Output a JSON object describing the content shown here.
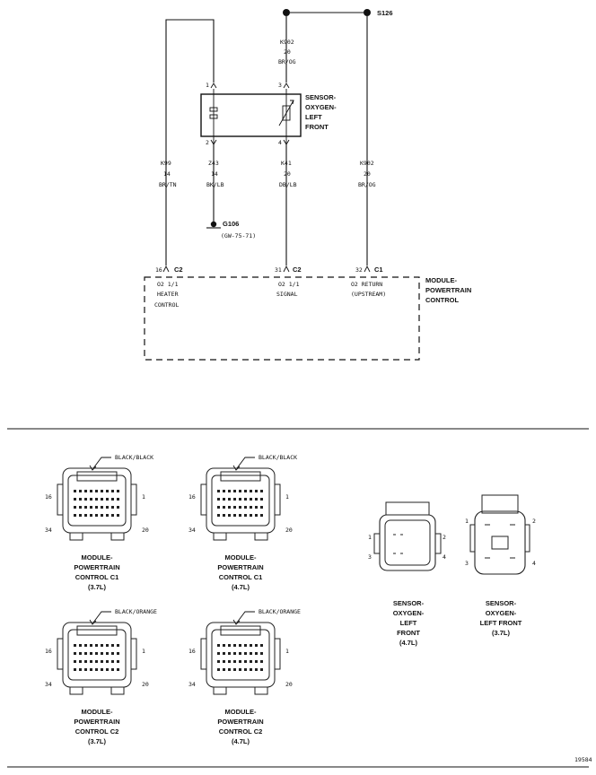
{
  "splice": {
    "label": "S126"
  },
  "sensor_top": {
    "title": [
      "SENSOR-",
      "OXYGEN-",
      "LEFT",
      "FRONT"
    ],
    "pins": [
      "1",
      "3",
      "2",
      "4"
    ]
  },
  "wires": {
    "k902_upper": {
      "circuit": "K902",
      "gauge": "20",
      "color": "BR/OG"
    },
    "k99": {
      "circuit": "K99",
      "gauge": "14",
      "color": "BR/TN"
    },
    "z43": {
      "circuit": "Z43",
      "gauge": "14",
      "color": "BK/LB"
    },
    "k41": {
      "circuit": "K41",
      "gauge": "20",
      "color": "DB/LB"
    },
    "k902_lower": {
      "circuit": "K902",
      "gauge": "20",
      "color": "BR/OG"
    }
  },
  "ground": {
    "label": "G106",
    "note": "(GW-75-71)"
  },
  "pcm": {
    "title": [
      "MODULE-",
      "POWERTRAIN",
      "CONTROL"
    ],
    "pins": [
      {
        "num": "16",
        "conn": "C2",
        "desc": [
          "O2 1/1",
          "HEATER",
          "CONTROL"
        ]
      },
      {
        "num": "31",
        "conn": "C2",
        "desc": [
          "O2 1/1",
          "SIGNAL"
        ]
      },
      {
        "num": "32",
        "conn": "C1",
        "desc": [
          "O2 RETURN",
          "(UPSTREAM)"
        ]
      }
    ]
  },
  "connectors": [
    {
      "color": "BLACK/BLACK",
      "pin_tl": "16",
      "pin_tr": "1",
      "pin_bl": "34",
      "pin_br": "20",
      "caption": [
        "MODULE-",
        "POWERTRAIN",
        "CONTROL C1",
        "(3.7L)"
      ]
    },
    {
      "color": "BLACK/BLACK",
      "pin_tl": "16",
      "pin_tr": "1",
      "pin_bl": "34",
      "pin_br": "20",
      "caption": [
        "MODULE-",
        "POWERTRAIN",
        "CONTROL C1",
        "(4.7L)"
      ]
    },
    {
      "color": "BLACK/ORANGE",
      "pin_tl": "16",
      "pin_tr": "1",
      "pin_bl": "34",
      "pin_br": "20",
      "caption": [
        "MODULE-",
        "POWERTRAIN",
        "CONTROL C2",
        "(3.7L)"
      ]
    },
    {
      "color": "BLACK/ORANGE",
      "pin_tl": "16",
      "pin_tr": "1",
      "pin_bl": "34",
      "pin_br": "20",
      "caption": [
        "MODULE-",
        "POWERTRAIN",
        "CONTROL C2",
        "(4.7L)"
      ]
    }
  ],
  "sensor_connectors": [
    {
      "pins": [
        "1",
        "2",
        "3",
        "4"
      ],
      "caption": [
        "SENSOR-",
        "OXYGEN-",
        "LEFT",
        "FRONT",
        "(4.7L)"
      ]
    },
    {
      "pins": [
        "1",
        "2",
        "3",
        "4"
      ],
      "caption": [
        "SENSOR-",
        "OXYGEN-",
        "LEFT FRONT",
        "(3.7L)"
      ]
    }
  ],
  "figure_id": "19584"
}
